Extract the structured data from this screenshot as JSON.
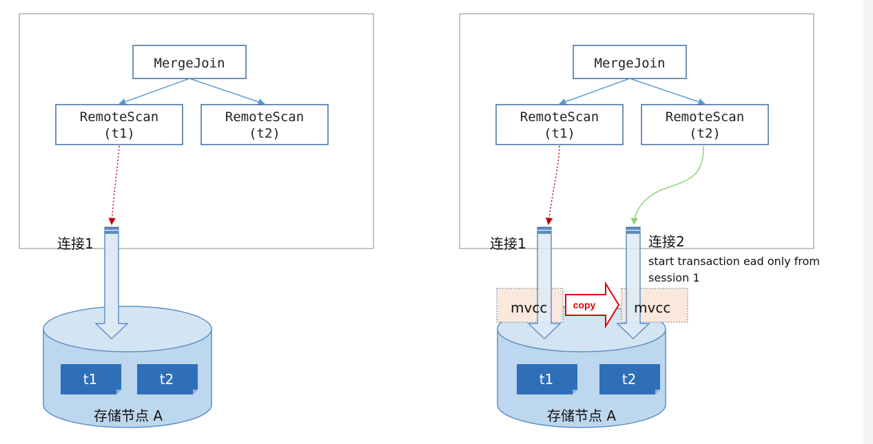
{
  "left": {
    "merge_join": "MergeJoin",
    "scan1_line1": "RemoteScan",
    "scan1_line2": "(t1)",
    "scan2_line1": "RemoteScan",
    "scan2_line2": "(t2)",
    "conn1": "连接1",
    "table1": "t1",
    "table2": "t2",
    "node": "存储节点 A"
  },
  "right": {
    "merge_join": "MergeJoin",
    "scan1_line1": "RemoteScan",
    "scan1_line2": "(t1)",
    "scan2_line1": "RemoteScan",
    "scan2_line2": "(t2)",
    "conn1": "连接1",
    "conn2": "连接2",
    "note_line1": "start transaction ead only from",
    "note_line2": "session 1",
    "mvcc1": "mvcc",
    "mvcc2": "mvcc",
    "copy": "copy",
    "table1": "t1",
    "table2": "t2",
    "node": "存储节点 A"
  },
  "colors": {
    "box_border": "#3d6d9e",
    "blue_arrow": "#5b9bd5",
    "red_dotted": "#c0000a",
    "green_curve": "#92cf7a",
    "cylinder_fill": "#bdd7ee",
    "cylinder_stroke": "#5e8fc4",
    "table_fill": "#2e6fb7",
    "mvcc_fill": "#fbe8dc",
    "copy_red": "#e00000"
  }
}
